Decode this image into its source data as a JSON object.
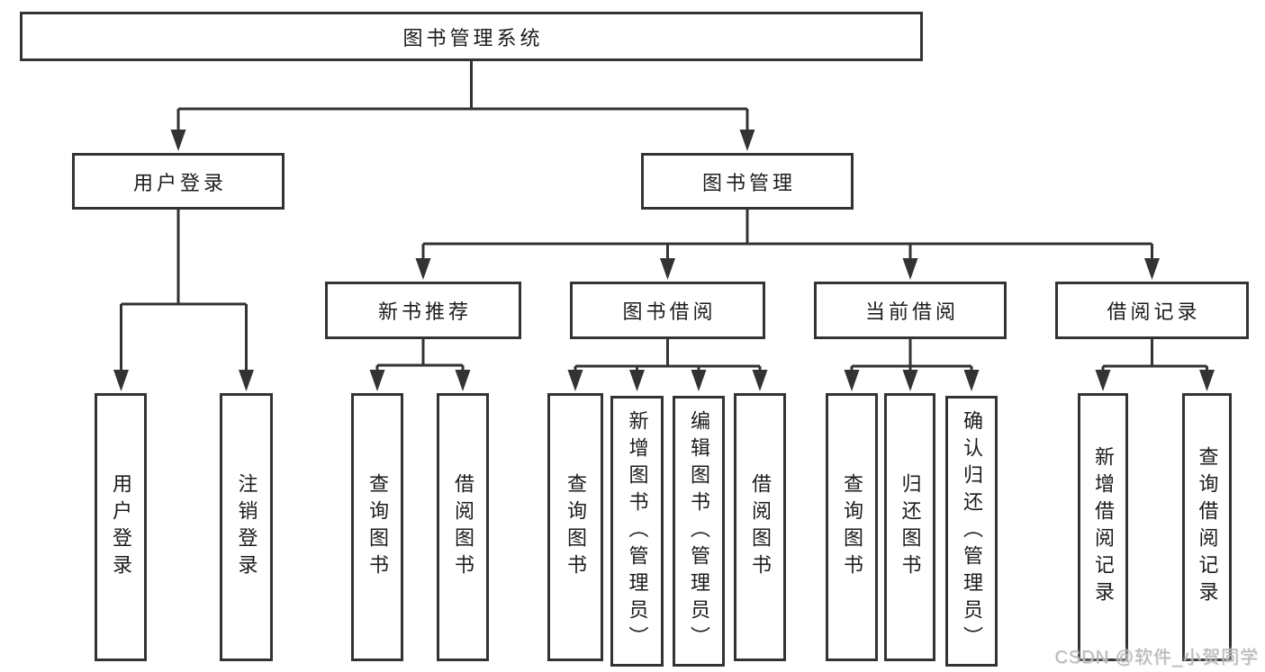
{
  "diagram": {
    "title": "图书管理系统",
    "colors": {
      "line": "#333333",
      "border": "#333333",
      "text": "#1c1c1c",
      "background": "#ffffff",
      "watermark": "#b8b8b8"
    },
    "tree": {
      "label": "图书管理系统",
      "children": [
        {
          "label": "用户登录",
          "children": [
            {
              "label": "用户登录"
            },
            {
              "label": "注销登录"
            }
          ]
        },
        {
          "label": "图书管理",
          "children": [
            {
              "label": "新书推荐",
              "children": [
                {
                  "label": "查询图书"
                },
                {
                  "label": "借阅图书"
                }
              ]
            },
            {
              "label": "图书借阅",
              "children": [
                {
                  "label": "查询图书"
                },
                {
                  "label": "新增图书（管理员）"
                },
                {
                  "label": "编辑图书（管理员）"
                },
                {
                  "label": "借阅图书"
                }
              ]
            },
            {
              "label": "当前借阅",
              "children": [
                {
                  "label": "查询图书"
                },
                {
                  "label": "归还图书"
                },
                {
                  "label": "确认归还（管理员）"
                }
              ]
            },
            {
              "label": "借阅记录",
              "children": [
                {
                  "label": "新增借阅记录"
                },
                {
                  "label": "查询借阅记录"
                }
              ]
            }
          ]
        }
      ]
    }
  },
  "watermark": {
    "text": "CSDN @软件_小贺同学"
  }
}
